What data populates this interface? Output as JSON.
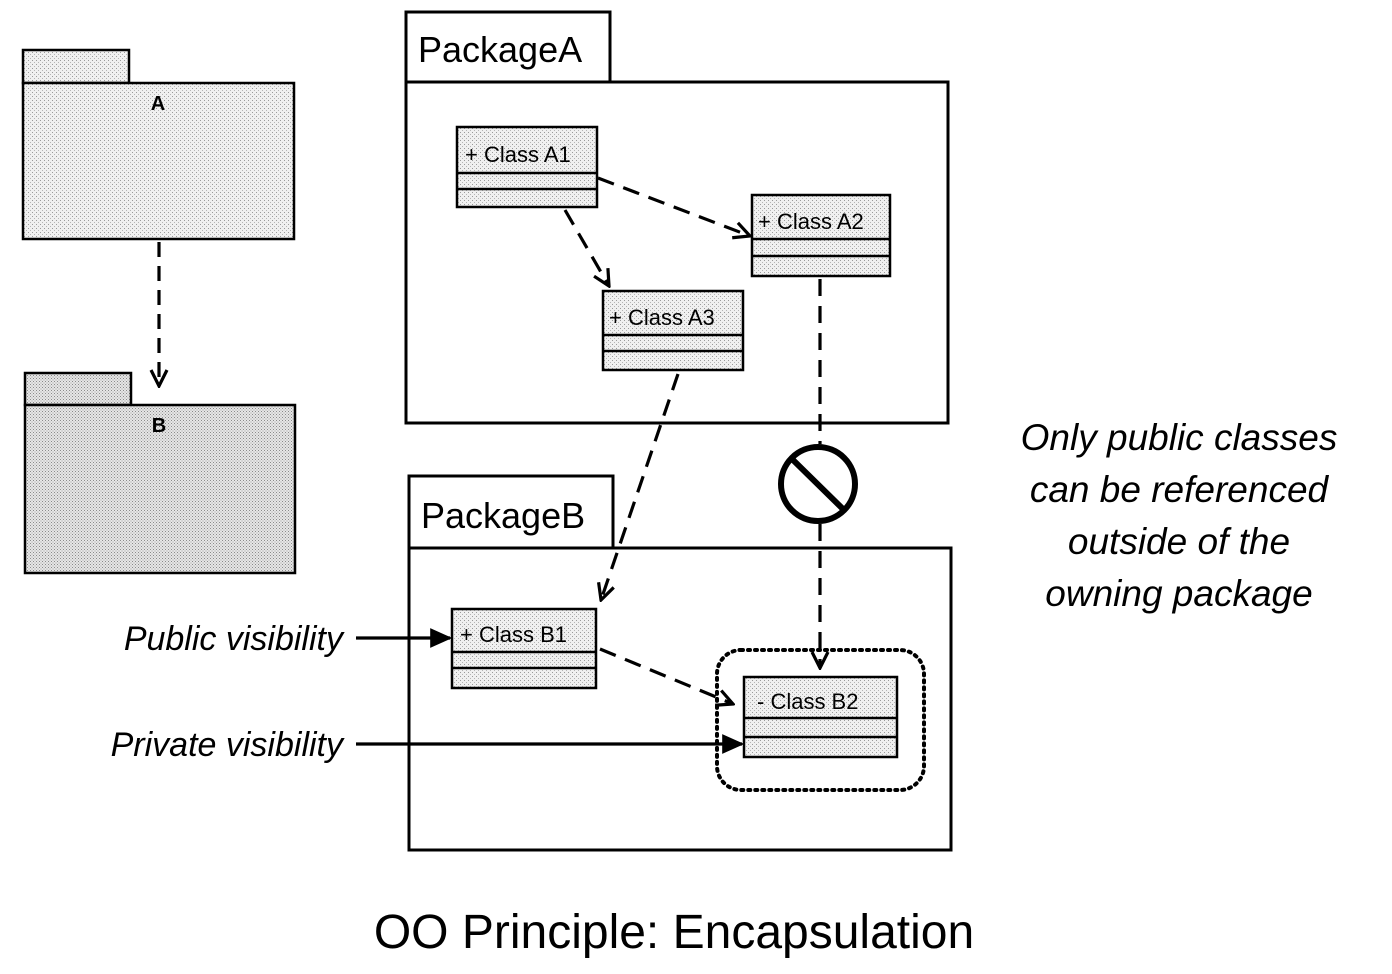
{
  "packages": {
    "a_small": {
      "label": "A"
    },
    "b_small": {
      "label": "B"
    },
    "a": {
      "title": "PackageA"
    },
    "b": {
      "title": "PackageB"
    }
  },
  "classes": {
    "a1": "+ Class A1",
    "a2": "+ Class A2",
    "a3": "+ Class A3",
    "b1": "+ Class B1",
    "b2": "- Class B2"
  },
  "annotations": {
    "note_lines": [
      "Only public classes",
      "can be referenced",
      "outside of the",
      "owning package"
    ],
    "public_label": "Public visibility",
    "private_label": "Private visibility"
  },
  "caption": "OO Principle: Encapsulation",
  "colors": {
    "ink": "#000000",
    "fill_light": "#e8e8e8",
    "fill_dark": "#d8d8d8"
  }
}
